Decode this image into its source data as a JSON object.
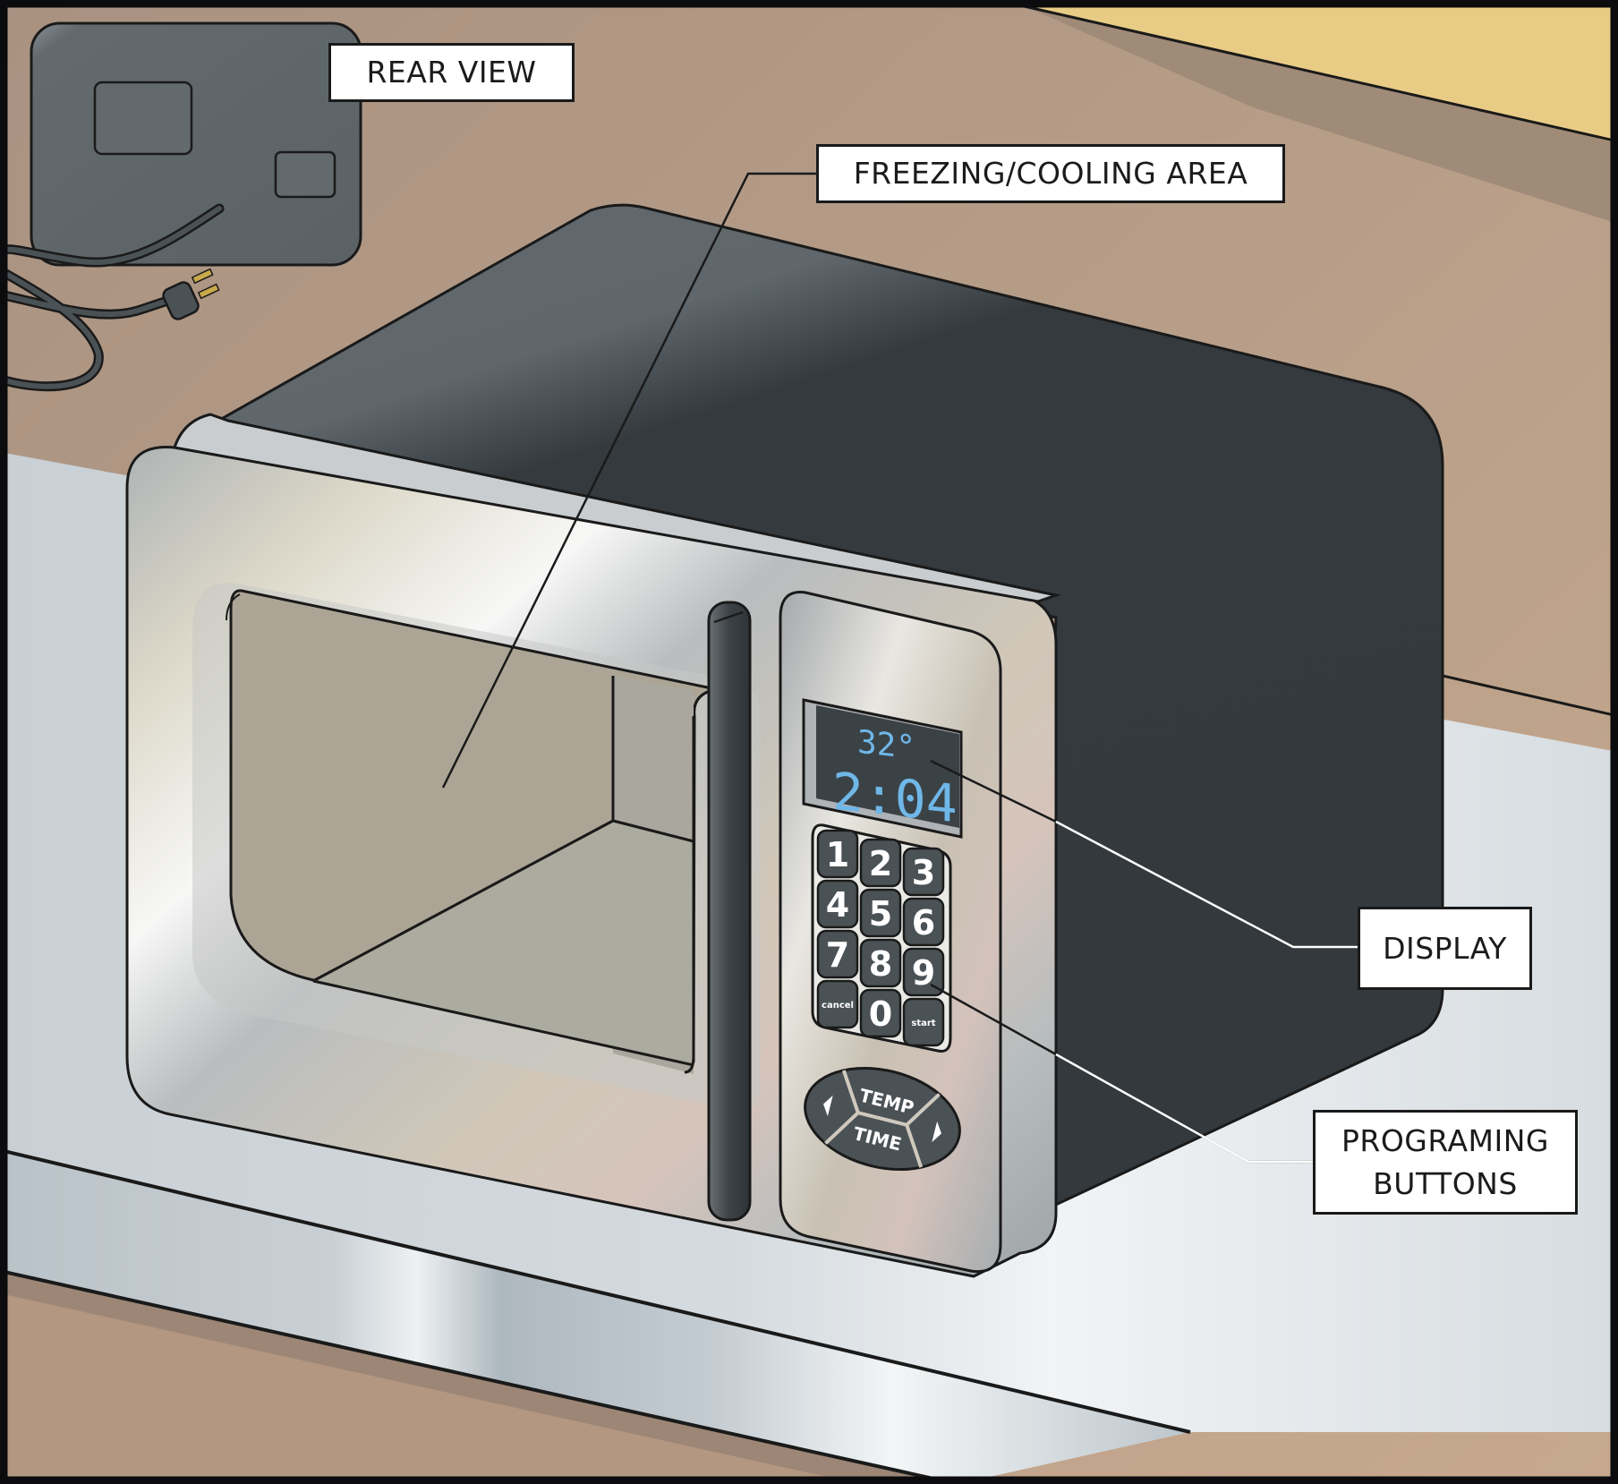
{
  "title": "Freezer appliance diagram",
  "labels": {
    "rear_view": "REAR VIEW",
    "freezing_area": "FREEZING/COOLING AREA",
    "display": "DISPLAY",
    "programming_line1": "PROGRAMING",
    "programming_line2": "BUTTONS"
  },
  "display": {
    "temperature": "32°",
    "time": "2:04",
    "text_color": "#6fb7e8"
  },
  "keypad": {
    "keys": [
      "1",
      "2",
      "3",
      "4",
      "5",
      "6",
      "7",
      "8",
      "9",
      "cancel",
      "0",
      "start"
    ]
  },
  "dpad": {
    "top": "TEMP",
    "bottom": "TIME",
    "left_icon": "left-arrow",
    "right_icon": "right-arrow"
  },
  "colors": {
    "wall": "#b9a08a",
    "wall_band": "#a08a78",
    "ceiling": "#e8cc86",
    "counter": "#d3d9dd",
    "body_dark": "#343a3e",
    "body_top": "#626a6e",
    "interior": "#aca596",
    "frame": "#0c0c0e"
  }
}
